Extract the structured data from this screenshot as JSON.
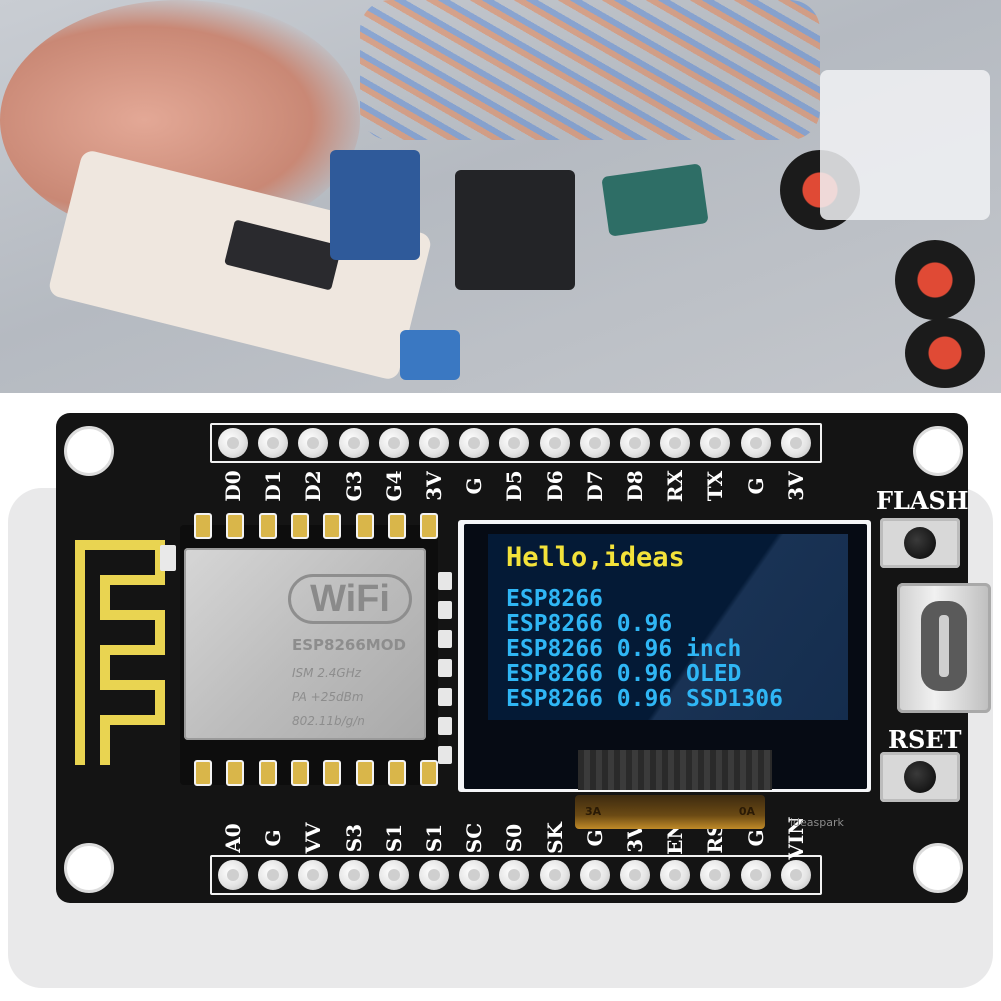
{
  "board": {
    "top_pins": [
      "D0",
      "D1",
      "D2",
      "G3",
      "G4",
      "3V",
      "G",
      "D5",
      "D6",
      "D7",
      "D8",
      "RX",
      "TX",
      "G",
      "3V"
    ],
    "bottom_pins": [
      "A0",
      "G",
      "VV",
      "S3",
      "S1",
      "S1",
      "SC",
      "S0",
      "SK",
      "G",
      "3V",
      "EN",
      "RS",
      "G",
      "VIN"
    ],
    "flash_label": "FLASH",
    "reset_label": "RSET",
    "watermark": "ideaspark"
  },
  "module": {
    "logo_text": "WiFi",
    "model": "ESP8266MOD",
    "spec_lines": [
      "ISM  2.4GHz",
      "PA  +25dBm",
      "802.11b/g/n"
    ]
  },
  "oled": {
    "title": "Hello,ideas",
    "lines": [
      "ESP8266",
      "ESP8266 0.96",
      "ESP8266 0.96 inch",
      "ESP8266 0.96 OLED",
      "ESP8266 0.96 SSD1306"
    ],
    "title_color": "#f3e23a",
    "text_color": "#2fb6f5",
    "fpc_markings": [
      "3A",
      "0A"
    ]
  },
  "colors": {
    "pcb": "#141414",
    "antenna": "#e9d451",
    "screen_bg": "#041a36"
  }
}
